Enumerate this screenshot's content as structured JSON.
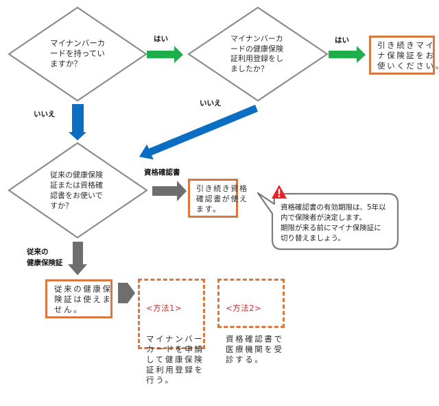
{
  "colors": {
    "yes_arrow": "#1fae4c",
    "no_arrow": "#0a6fc2",
    "neutral_arrow": "#6e6e6e",
    "result_border": "#d9773e",
    "method_title": "#d62a2a",
    "warning": "#e8212b",
    "diamond_border": "#8c8c8c"
  },
  "questions": [
    {
      "id": "q1",
      "text": "マイナンバーカ\nードを持ってい\nますか？"
    },
    {
      "id": "q2",
      "text": "マイナンバーカ\nードの健康保険\n証利用登録をし\nましたか？"
    },
    {
      "id": "q3",
      "text": "従来の健康保険\n証または資格確\n認書をお使いで\nすか？"
    }
  ],
  "edge_labels": {
    "q1_yes": "はい",
    "q1_no": "いいえ",
    "q2_yes": "はい",
    "q2_no": "いいえ",
    "q3_certificate": "資格確認書",
    "q3_old_card": "従来の\n健康保険証"
  },
  "results": {
    "mynumber_card": "引き続きマイ\nナ保険証をお\n使いください。",
    "certificate": "引き続き資格\n確認書が使え\nます。",
    "old_card": "従来の健康保\n険証は使えま\nせん。"
  },
  "callout": {
    "icon": "warning-icon",
    "text": "資格確認書の有効期限は、5年以\n内で保険者が決定します。\n期限が来る前にマイナ保険証に\n切り替えましょう。"
  },
  "methods": [
    {
      "title": "<方法1>",
      "text": "マイナンバー\nカードを申請\nして健康保険\n証利用登録を\n行う。"
    },
    {
      "title": "<方法2>",
      "text": "資格確認書で\n医療機関を受\n診する。"
    }
  ]
}
